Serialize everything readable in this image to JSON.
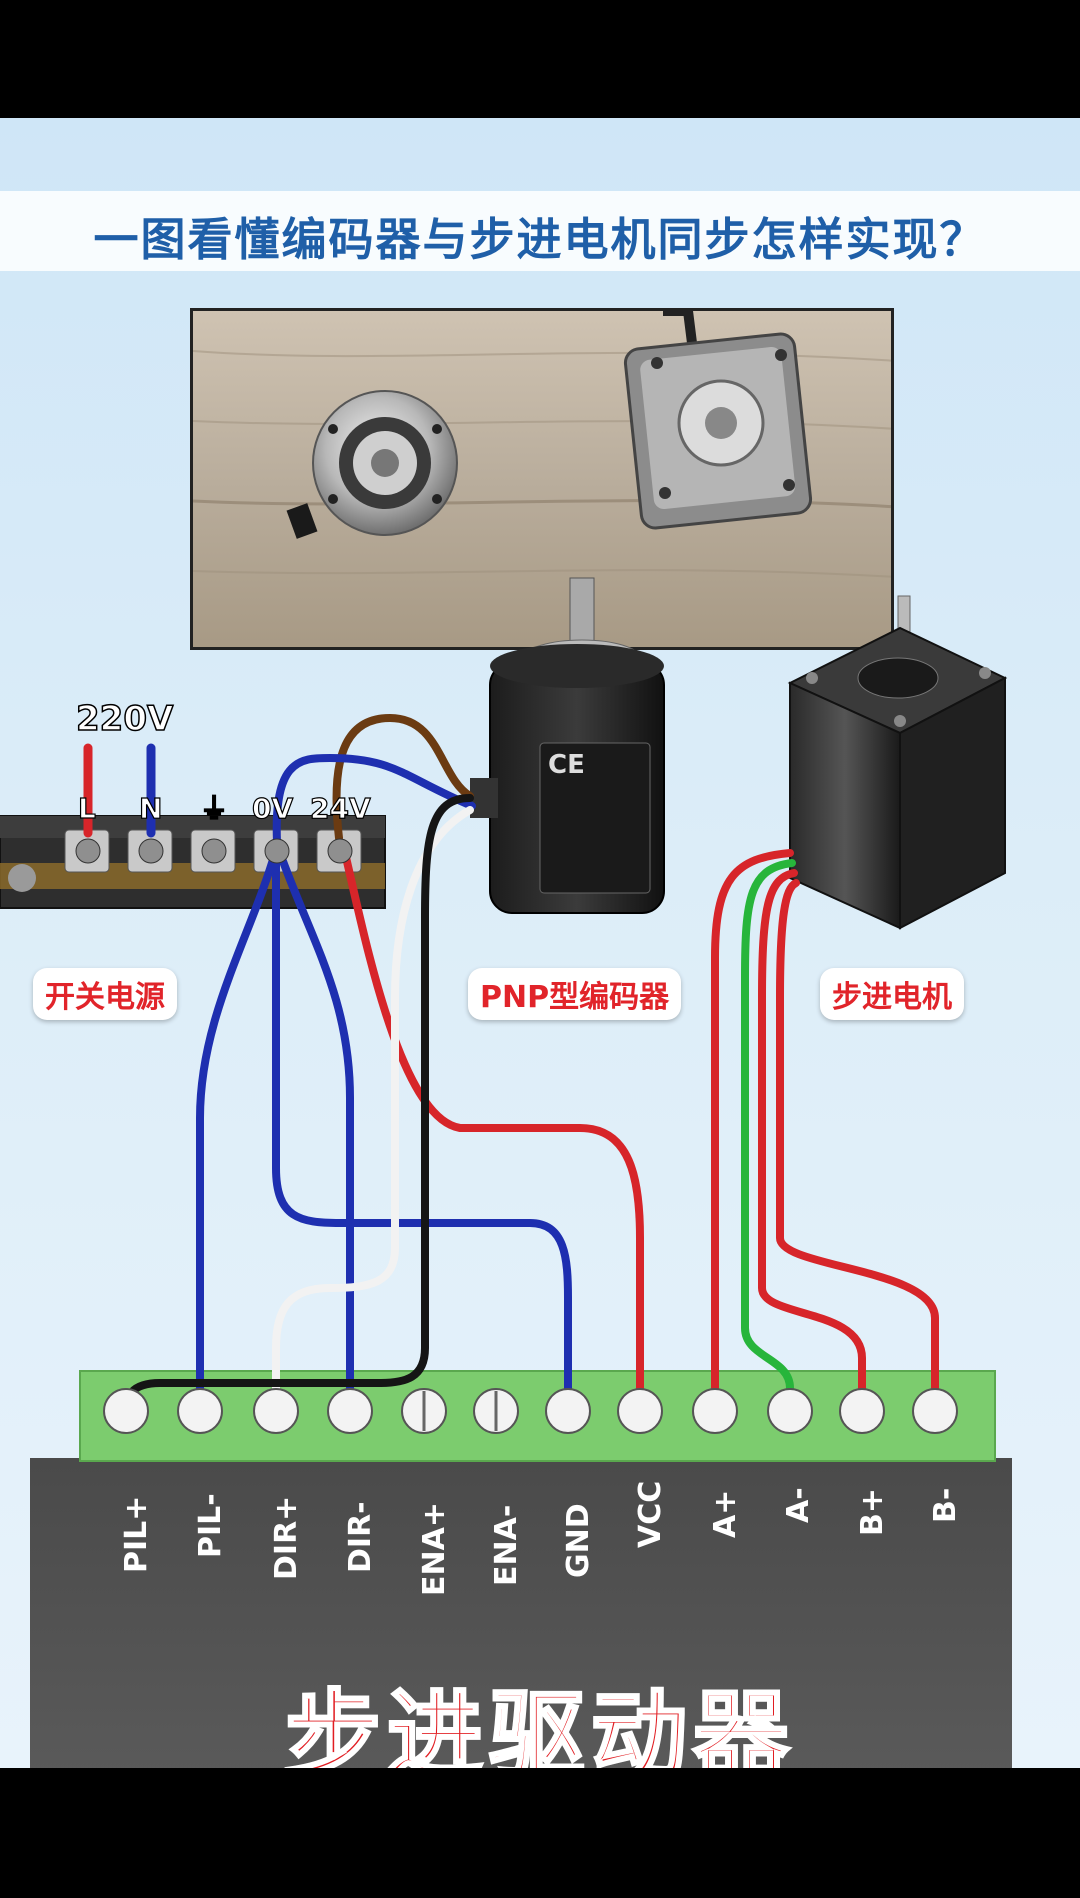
{
  "title": "一图看懂编码器与步进电机同步怎样实现？",
  "power_supply": {
    "label": "开关电源",
    "voltage": "220V",
    "terminals": [
      "L",
      "N",
      "⏚",
      "0V",
      "24V"
    ]
  },
  "encoder": {
    "label": "PNP型编码器",
    "mark": "CE"
  },
  "motor": {
    "label": "步进电机"
  },
  "driver": {
    "title": "步进驱动器",
    "terminals": [
      "PIL+",
      "PIL-",
      "DIR+",
      "DIR-",
      "ENA+",
      "ENA-",
      "GND",
      "VCC",
      "A+",
      "A-",
      "B+",
      "B-"
    ]
  },
  "wire_colors": {
    "red": "#d7252a",
    "blue": "#1e2fb0",
    "black": "#151515",
    "white": "#f2f2f2",
    "brown": "#6b3b12",
    "green": "#27b53b"
  }
}
